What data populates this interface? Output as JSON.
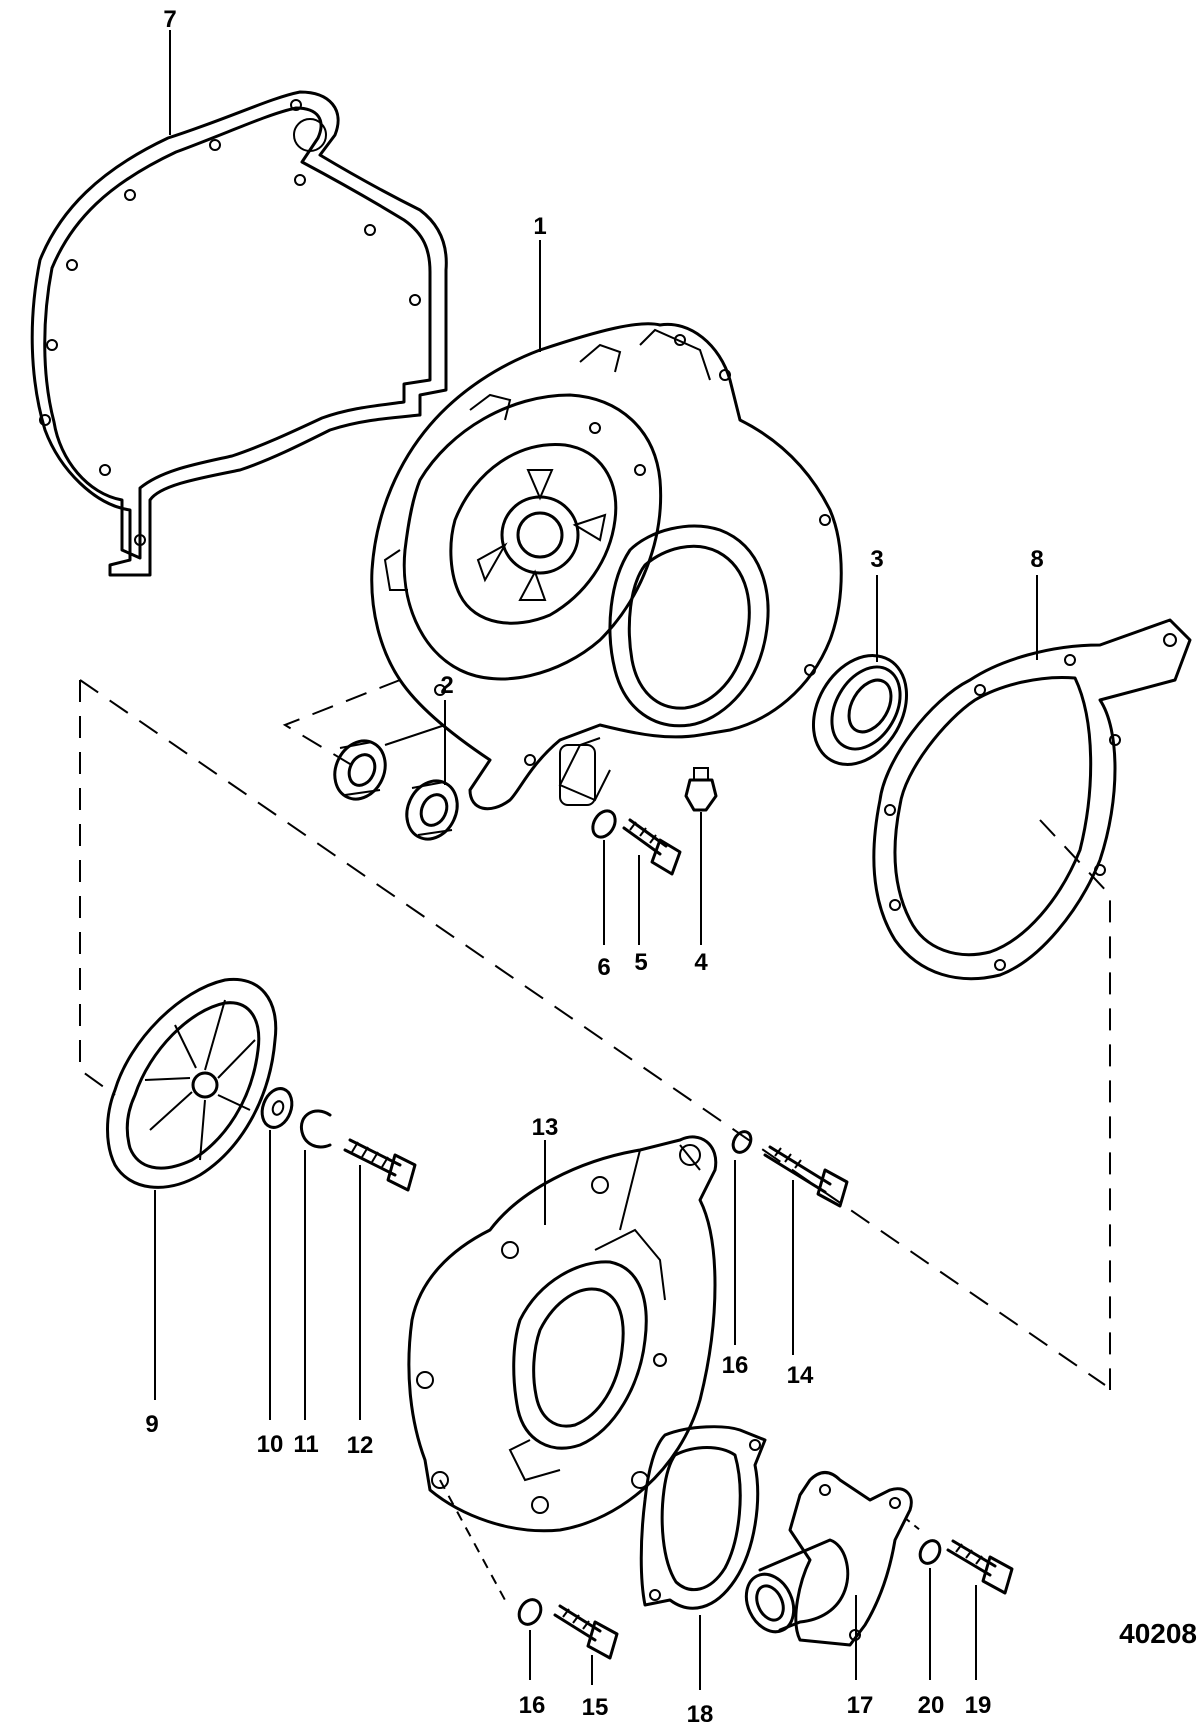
{
  "diagram": {
    "reference_number": "40208",
    "callouts": {
      "c1": "1",
      "c2": "2",
      "c3": "3",
      "c4": "4",
      "c5": "5",
      "c6": "6",
      "c7": "7",
      "c8": "8",
      "c9": "9",
      "c10": "10",
      "c11": "11",
      "c12": "12",
      "c13": "13",
      "c14": "14",
      "c15": "15",
      "c16a": "16",
      "c16b": "16",
      "c17": "17",
      "c18": "18",
      "c19": "19",
      "c20": "20"
    }
  }
}
